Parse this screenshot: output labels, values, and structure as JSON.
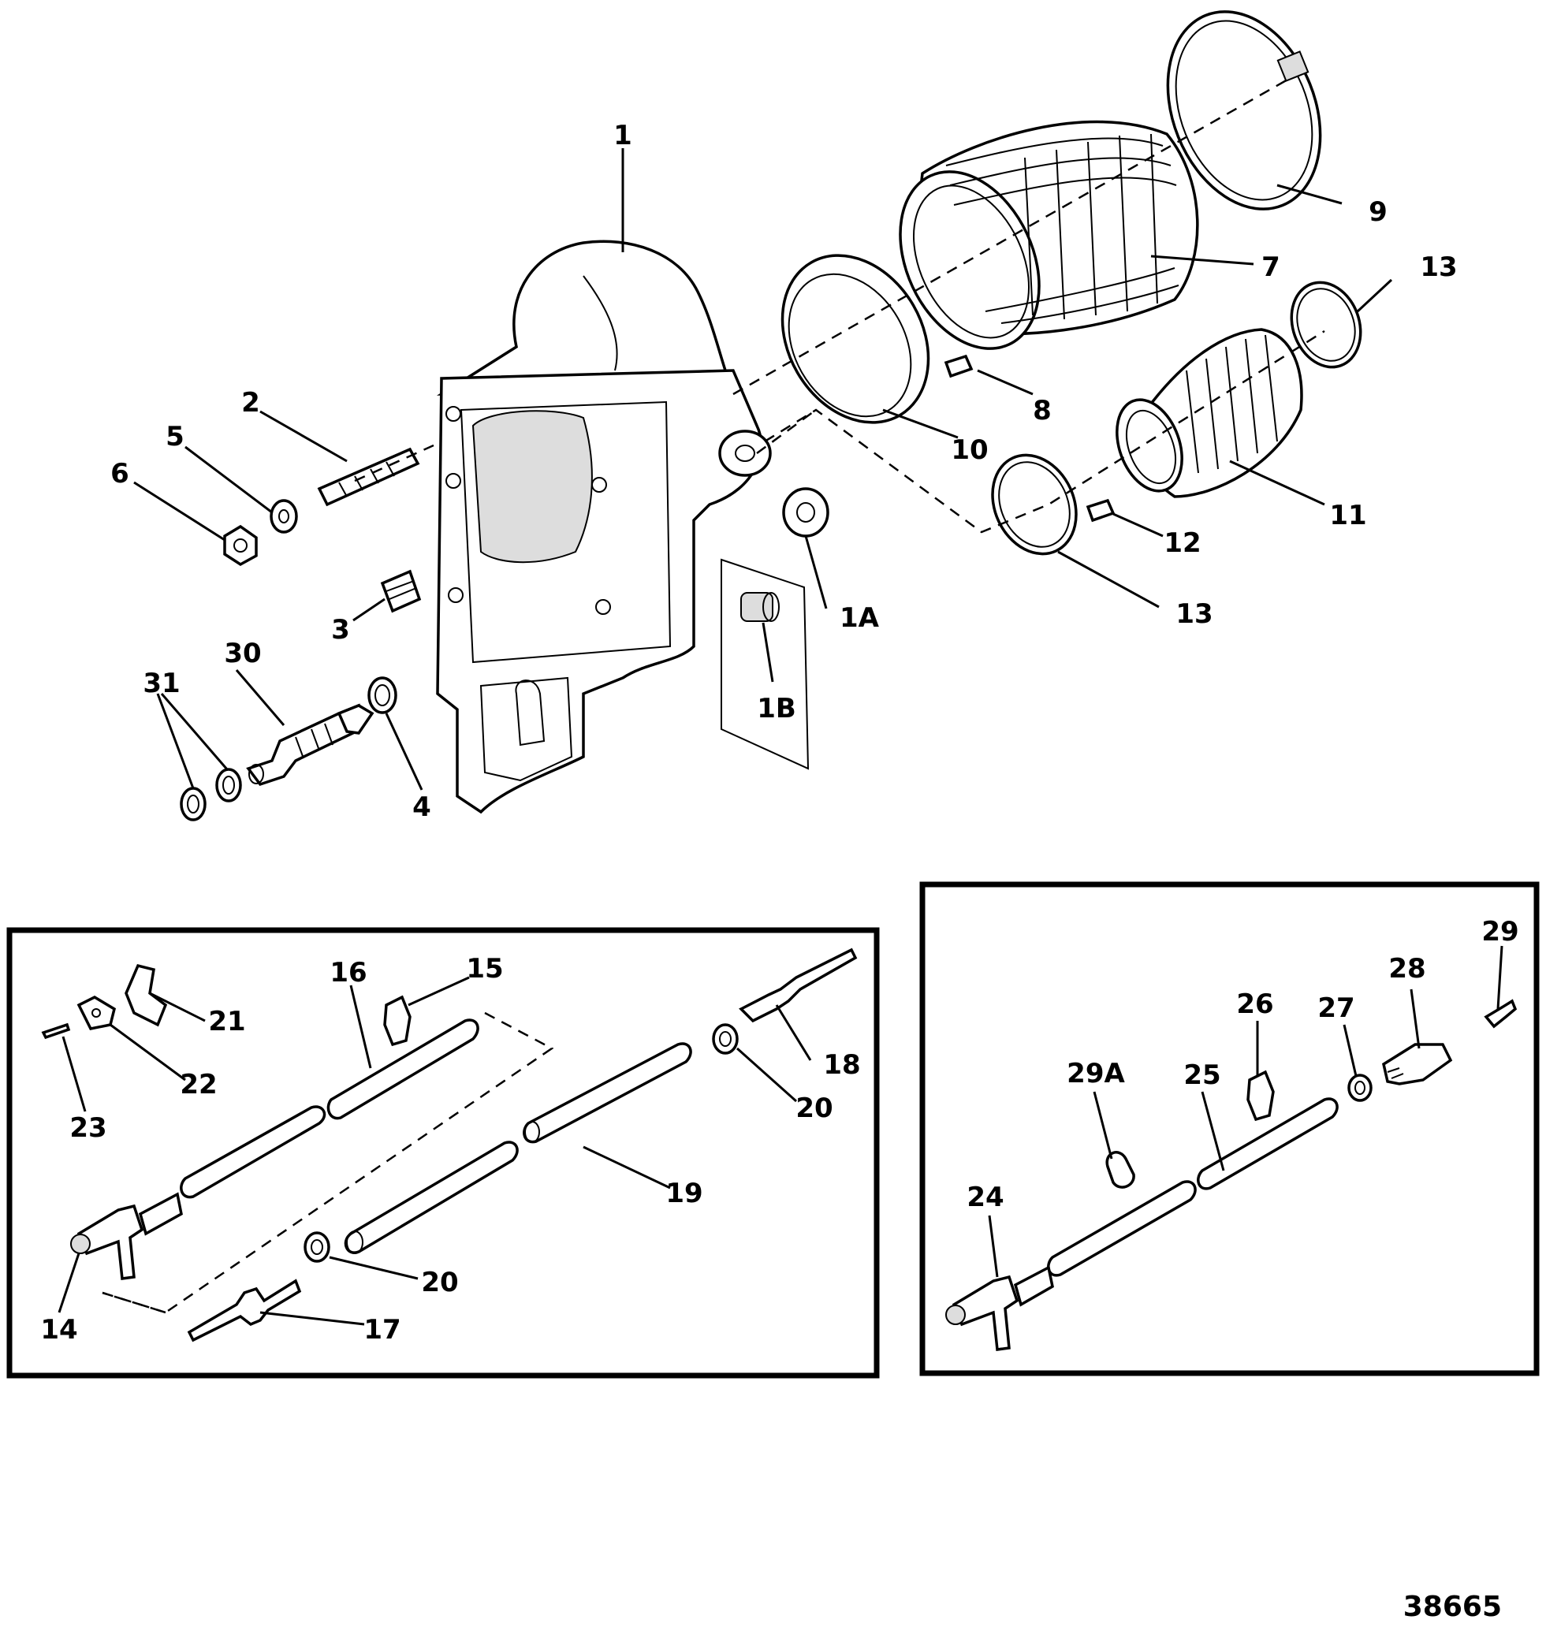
{
  "figure_number": "38665",
  "callouts": {
    "c1": "1",
    "c1A": "1A",
    "c1B": "1B",
    "c2": "2",
    "c3": "3",
    "c4": "4",
    "c5": "5",
    "c6": "6",
    "c7": "7",
    "c8": "8",
    "c9": "9",
    "c10": "10",
    "c11": "11",
    "c12": "12",
    "c13a": "13",
    "c13b": "13",
    "c14": "14",
    "c15": "15",
    "c16": "16",
    "c17": "17",
    "c18": "18",
    "c19": "19",
    "c20a": "20",
    "c20b": "20",
    "c21": "21",
    "c22": "22",
    "c23": "23",
    "c24": "24",
    "c25": "25",
    "c26": "26",
    "c27": "27",
    "c28": "28",
    "c29": "29",
    "c29A": "29A",
    "c30": "30",
    "c31": "31"
  }
}
